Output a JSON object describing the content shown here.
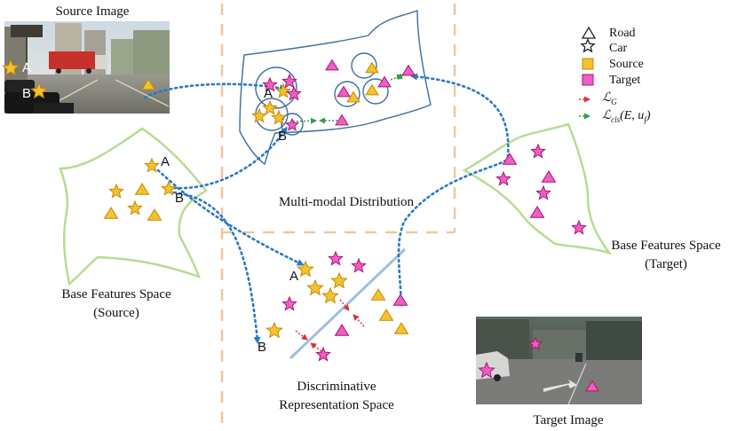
{
  "captions": {
    "source_image": "Source Image",
    "target_image": "Target Image",
    "multimodal": "Multi-modal Distribution",
    "base_source_1": "Base Features Space",
    "base_source_2": "(Source)",
    "base_target_1": "Base Features Space",
    "base_target_2": "(Target)",
    "disc_1": "Discriminative",
    "disc_2": "Representation Space"
  },
  "legend": {
    "road": "Road",
    "car": "Car",
    "source": "Source",
    "target": "Target",
    "loss_g_main": "ℒ",
    "loss_g_sub": "G",
    "loss_cls_main": "ℒ",
    "loss_cls_sub": "cls",
    "loss_cls_args": "(E, u",
    "loss_cls_args_sub": "f",
    "loss_cls_close": ")"
  },
  "points": {
    "a": "A",
    "b": "B"
  },
  "colors": {
    "source_fill": "#f2c230",
    "source_stroke": "#c88a00",
    "target_fill": "#ee5fc4",
    "target_stroke": "#a8166f",
    "green_region": "#b6dd92",
    "blue_region": "#3d6e9f",
    "dotted_flow": "#2a78c2",
    "divider": "#f3c59c",
    "separator_line": "#9dbfe0",
    "loss_g_arrow": "#e23030",
    "loss_cls_arrow": "#2fa044"
  }
}
